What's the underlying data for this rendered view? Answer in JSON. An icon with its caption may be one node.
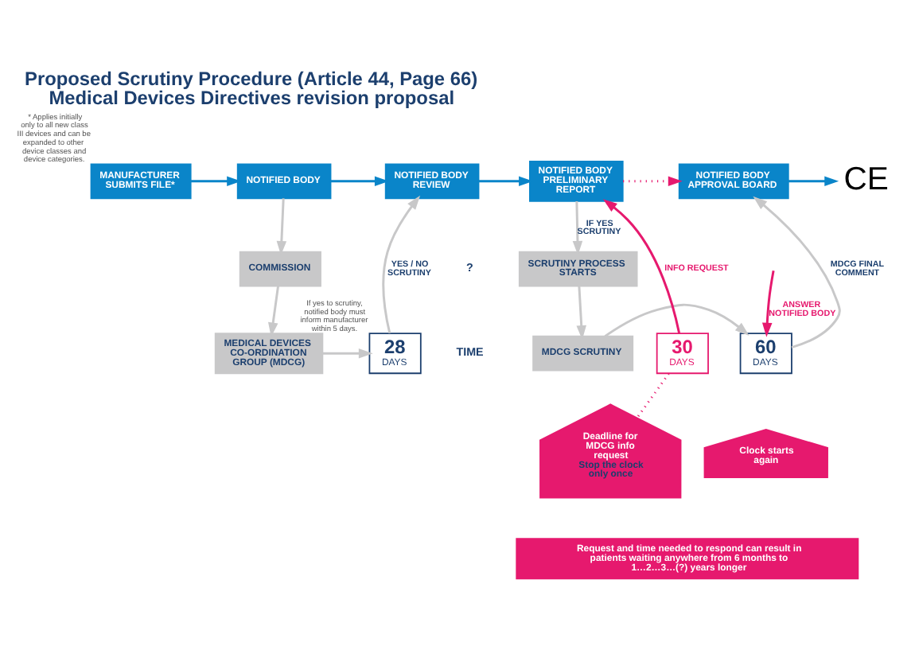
{
  "diagram": {
    "title": "Proposed Scrutiny Procedure (Article 44, Page 66) Medical Devices Directives revision proposal",
    "nodes": [
      {
        "text": [
          "MANUFACTURER SUBMITS FILE*"
        ],
        "beside": [
          "* Applies initially only to all new class III devices and can be expanded to other device classes and device categories."
        ]
      },
      {
        "text": [
          "NOTIFIED BODY"
        ]
      },
      {
        "text": [
          "NOTIFIED BODY REVIEW"
        ]
      },
      {
        "text": [
          "NOTIFIED BODY PRELIMINARY REPORT"
        ]
      },
      {
        "text": [
          "NOTIFIED BODY APPROVAL BOARD"
        ]
      },
      {
        "text": [
          "CE"
        ]
      },
      {
        "text": [
          "COMMISSION"
        ]
      },
      {
        "text": [
          "MEDICAL DEVICES CO-ORDINATION GROUP (MDCG)"
        ]
      },
      {
        "text": [
          "28 DAYS"
        ],
        "beside": [
          "If yes to scrutiny, notified body must inform manufacturer within 5 days."
        ]
      },
      {
        "text": [
          "SCRUTINY PROCESS STARTS"
        ]
      },
      {
        "text": [
          "MDCG SCRUTINY"
        ]
      },
      {
        "text": [
          "30 DAYS"
        ]
      },
      {
        "text": [
          "60 DAYS"
        ]
      },
      {
        "text": [
          "Deadline for MDCG info request",
          "Stop the clock only once"
        ]
      },
      {
        "text": [
          "Clock starts again"
        ]
      },
      {
        "text": [
          "Request and time needed to respond can result in patients waiting anywhere from 6 months to 1…2…3…(?) years longer"
        ]
      }
    ],
    "edges": [
      {
        "from": 0,
        "to": 1,
        "arrow": "to",
        "color": "#0a85c9"
      },
      {
        "from": 1,
        "to": 2,
        "arrow": "to",
        "color": "#0a85c9"
      },
      {
        "from": 2,
        "to": 3,
        "arrow": "to",
        "color": "#0a85c9"
      },
      {
        "from": 3,
        "to": 4,
        "arrow": "to",
        "style": "dashed",
        "color": "#e6196e"
      },
      {
        "from": 4,
        "to": 5,
        "arrow": "to",
        "color": "#0a85c9"
      },
      {
        "from": 1,
        "to": 6,
        "arrow": "to",
        "color": "#c8c8c9"
      },
      {
        "from": 6,
        "to": 7,
        "arrow": "to",
        "color": "#c8c8c9"
      },
      {
        "from": 7,
        "to": 8,
        "arrow": "to",
        "color": "#c8c8c9"
      },
      {
        "from": 8,
        "to": 2,
        "arrow": "to",
        "label": "YES / NO SCRUTINY",
        "color": "#c8c8c9"
      },
      {
        "from": 3,
        "to": 9,
        "arrow": "to",
        "label": "IF YES SCRUTINY",
        "color": "#c8c8c9"
      },
      {
        "from": 9,
        "to": 10,
        "arrow": "to",
        "color": "#c8c8c9"
      },
      {
        "from": 11,
        "to": 3,
        "arrow": "to",
        "label": "INFO REQUEST",
        "color": "#e6196e"
      },
      {
        "from": null,
        "to": 12,
        "arrow": "to",
        "label": "ANSWER NOTIFIED BODY",
        "color": "#e6196e"
      },
      {
        "from": 10,
        "to": 12,
        "arrow": "to",
        "color": "#c8c8c9"
      },
      {
        "from": 12,
        "to": 4,
        "arrow": "to",
        "label": "MDCG FINAL COMMENT",
        "color": "#c8c8c9"
      },
      {
        "from": 11,
        "to": 13,
        "arrow": "none",
        "style": "dashed",
        "color": "#e6196e"
      }
    ],
    "labels": [
      "?",
      "TIME"
    ]
  }
}
